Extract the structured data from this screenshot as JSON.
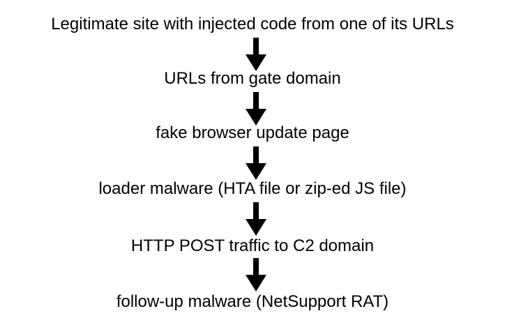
{
  "diagram": {
    "steps": [
      "Legitimate site with injected code from one of its URLs",
      "URLs from gate domain",
      "fake browser update page",
      "loader malware (HTA file or zip-ed JS file)",
      "HTTP POST traffic to C2 domain",
      "follow-up malware (NetSupport RAT)"
    ],
    "arrow_color": "#000000"
  }
}
